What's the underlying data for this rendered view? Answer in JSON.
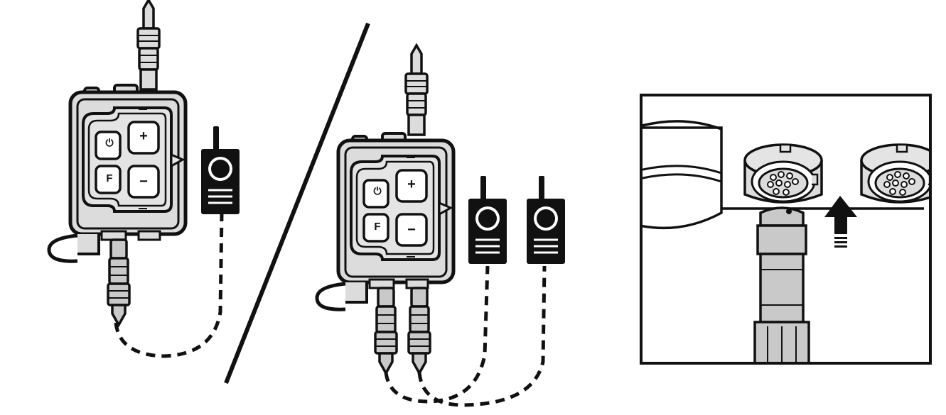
{
  "figure": {
    "colors": {
      "ink": "#111111",
      "paper": "#ffffff",
      "device_grey": "#dcdcdc",
      "connector_grey": "#c9c9c9",
      "panel_grey": "#e4e4e4"
    },
    "panels": [
      {
        "id": "single-radio-setup",
        "radios": 1,
        "connectors": 1
      },
      {
        "id": "dual-radio-setup",
        "radios": 2,
        "connectors": 2
      },
      {
        "id": "connector-insertion-detail",
        "direction_icon": "arrow-up-icon"
      }
    ],
    "device_buttons": [
      {
        "symbol": "⏻",
        "icon": "power-icon"
      },
      {
        "symbol": "+",
        "icon": "volume-up-icon"
      },
      {
        "symbol": "F",
        "icon": "function-icon"
      },
      {
        "symbol": "−",
        "icon": "volume-down-icon"
      }
    ]
  }
}
